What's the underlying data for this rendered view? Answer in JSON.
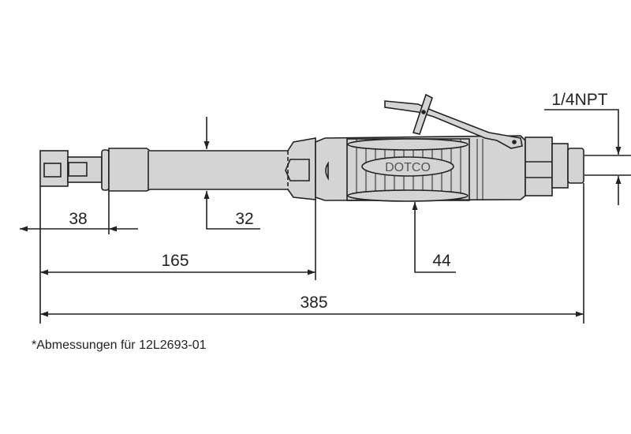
{
  "drawing": {
    "brand": "DOTCO",
    "dimensions": {
      "collet_length": "38",
      "tube_diameter": "32",
      "front_length": "165",
      "grip_diameter": "44",
      "overall_length": "385",
      "air_inlet": "1/4NPT"
    },
    "footnote": "*Abmessungen für 12L2693-01",
    "colors": {
      "body": "#d4d4d4",
      "line": "#222222"
    }
  }
}
